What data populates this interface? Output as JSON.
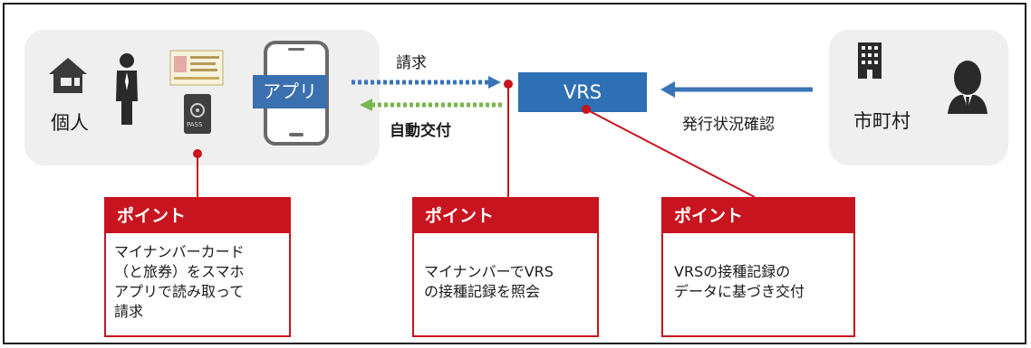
{
  "individual": {
    "label": "個人"
  },
  "app": {
    "label": "アプリ"
  },
  "vrs": {
    "label": "VRS"
  },
  "municipality": {
    "label": "市町村"
  },
  "arrows": {
    "request_label": "請求",
    "auto_issue_label": "自動交付",
    "status_check_label": "発行状況確認"
  },
  "points": [
    {
      "heading": "ポイント",
      "lines": [
        "マイナンバーカード",
        "（と旅券）をスマホ",
        "アプリで読み取って",
        "請求"
      ]
    },
    {
      "heading": "ポイント",
      "lines": [
        "マイナンバーでVRS",
        "の接種記録を照会"
      ]
    },
    {
      "heading": "ポイント",
      "lines": [
        "VRSの接種記録の",
        "データに基づき交付"
      ]
    }
  ],
  "passport_badge": "PASS",
  "colors": {
    "accent_red": "#c8141e",
    "vrs_blue": "#2f6fb3",
    "arrow_blue": "#3a74b8",
    "arrow_green": "#7ab648",
    "panel_gray": "#efefef"
  },
  "icons": [
    "house-icon",
    "person-icon",
    "my-number-card-icon",
    "passport-icon",
    "smartphone-icon",
    "building-icon",
    "business-person-icon"
  ]
}
